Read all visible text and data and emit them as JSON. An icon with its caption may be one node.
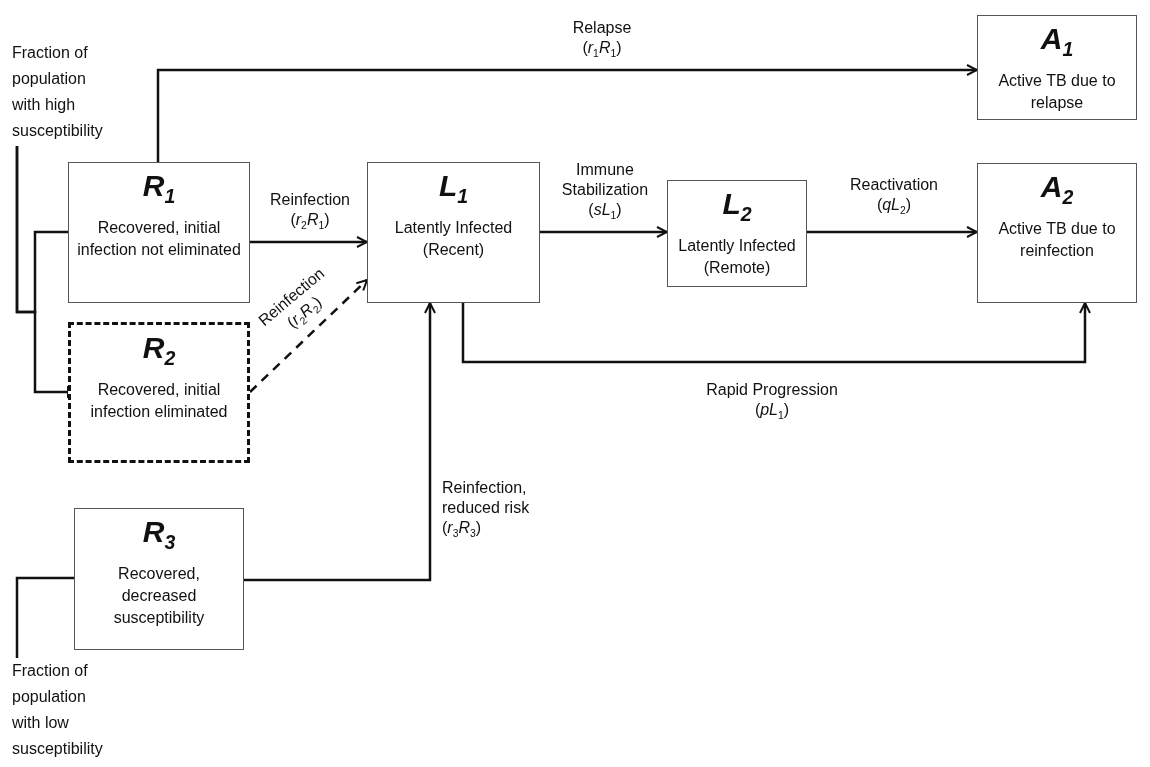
{
  "diagram": {
    "nodes": [
      {
        "text": [
          "Fraction of population with high susceptibility"
        ]
      },
      {
        "text": [
          "R$_{1}$",
          "Recovered, initial infection not eliminated"
        ]
      },
      {
        "text": [
          "R$_{2}$",
          "Recovered, initial infection eliminated"
        ]
      },
      {
        "text": [
          "R$_{3}$",
          "Recovered, decreased susceptibility"
        ]
      },
      {
        "text": [
          "Fraction of population with low susceptibility"
        ]
      },
      {
        "text": [
          "L$_{1}$",
          "Latently Infected (Recent)"
        ]
      },
      {
        "text": [
          "L$_{2}$",
          "Latently Infected (Remote)"
        ]
      },
      {
        "text": [
          "A$_{1}$",
          "Active TB due to relapse"
        ]
      },
      {
        "text": [
          "A$_{2}$",
          "Active TB due to reinfection"
        ]
      }
    ],
    "edges": [
      {
        "from": 0,
        "to": 1,
        "arrow": "none"
      },
      {
        "from": 0,
        "to": 2,
        "arrow": "other"
      },
      {
        "from": 4,
        "to": 3,
        "arrow": "none"
      },
      {
        "from": 1,
        "to": 7,
        "arrow": "to",
        "label": "Relapse (*r*$_{1}$*R*$_{1}$)"
      },
      {
        "from": 1,
        "to": 5,
        "arrow": "to",
        "label": "Reinfection (*r*$_{2}$*R*$_{1}$)"
      },
      {
        "from": 2,
        "to": 5,
        "arrow": "to",
        "style": "dashed",
        "label": "Reinfection (*r*$_{2}$*R*$_{2}$)"
      },
      {
        "from": 3,
        "to": 5,
        "arrow": "to",
        "label": "Reinfection, reduced risk (*r*$_{3}$*R*$_{3}$)"
      },
      {
        "from": 5,
        "to": 6,
        "arrow": "to",
        "label": "Immune Stabilization (*sL*$_{1}$)"
      },
      {
        "from": 6,
        "to": 8,
        "arrow": "to",
        "label": "Reactivation (*qL*$_{2}$)"
      },
      {
        "from": 5,
        "to": 8,
        "arrow": "to",
        "label": "Rapid Progression (*pL*$_{1}$)"
      }
    ]
  }
}
